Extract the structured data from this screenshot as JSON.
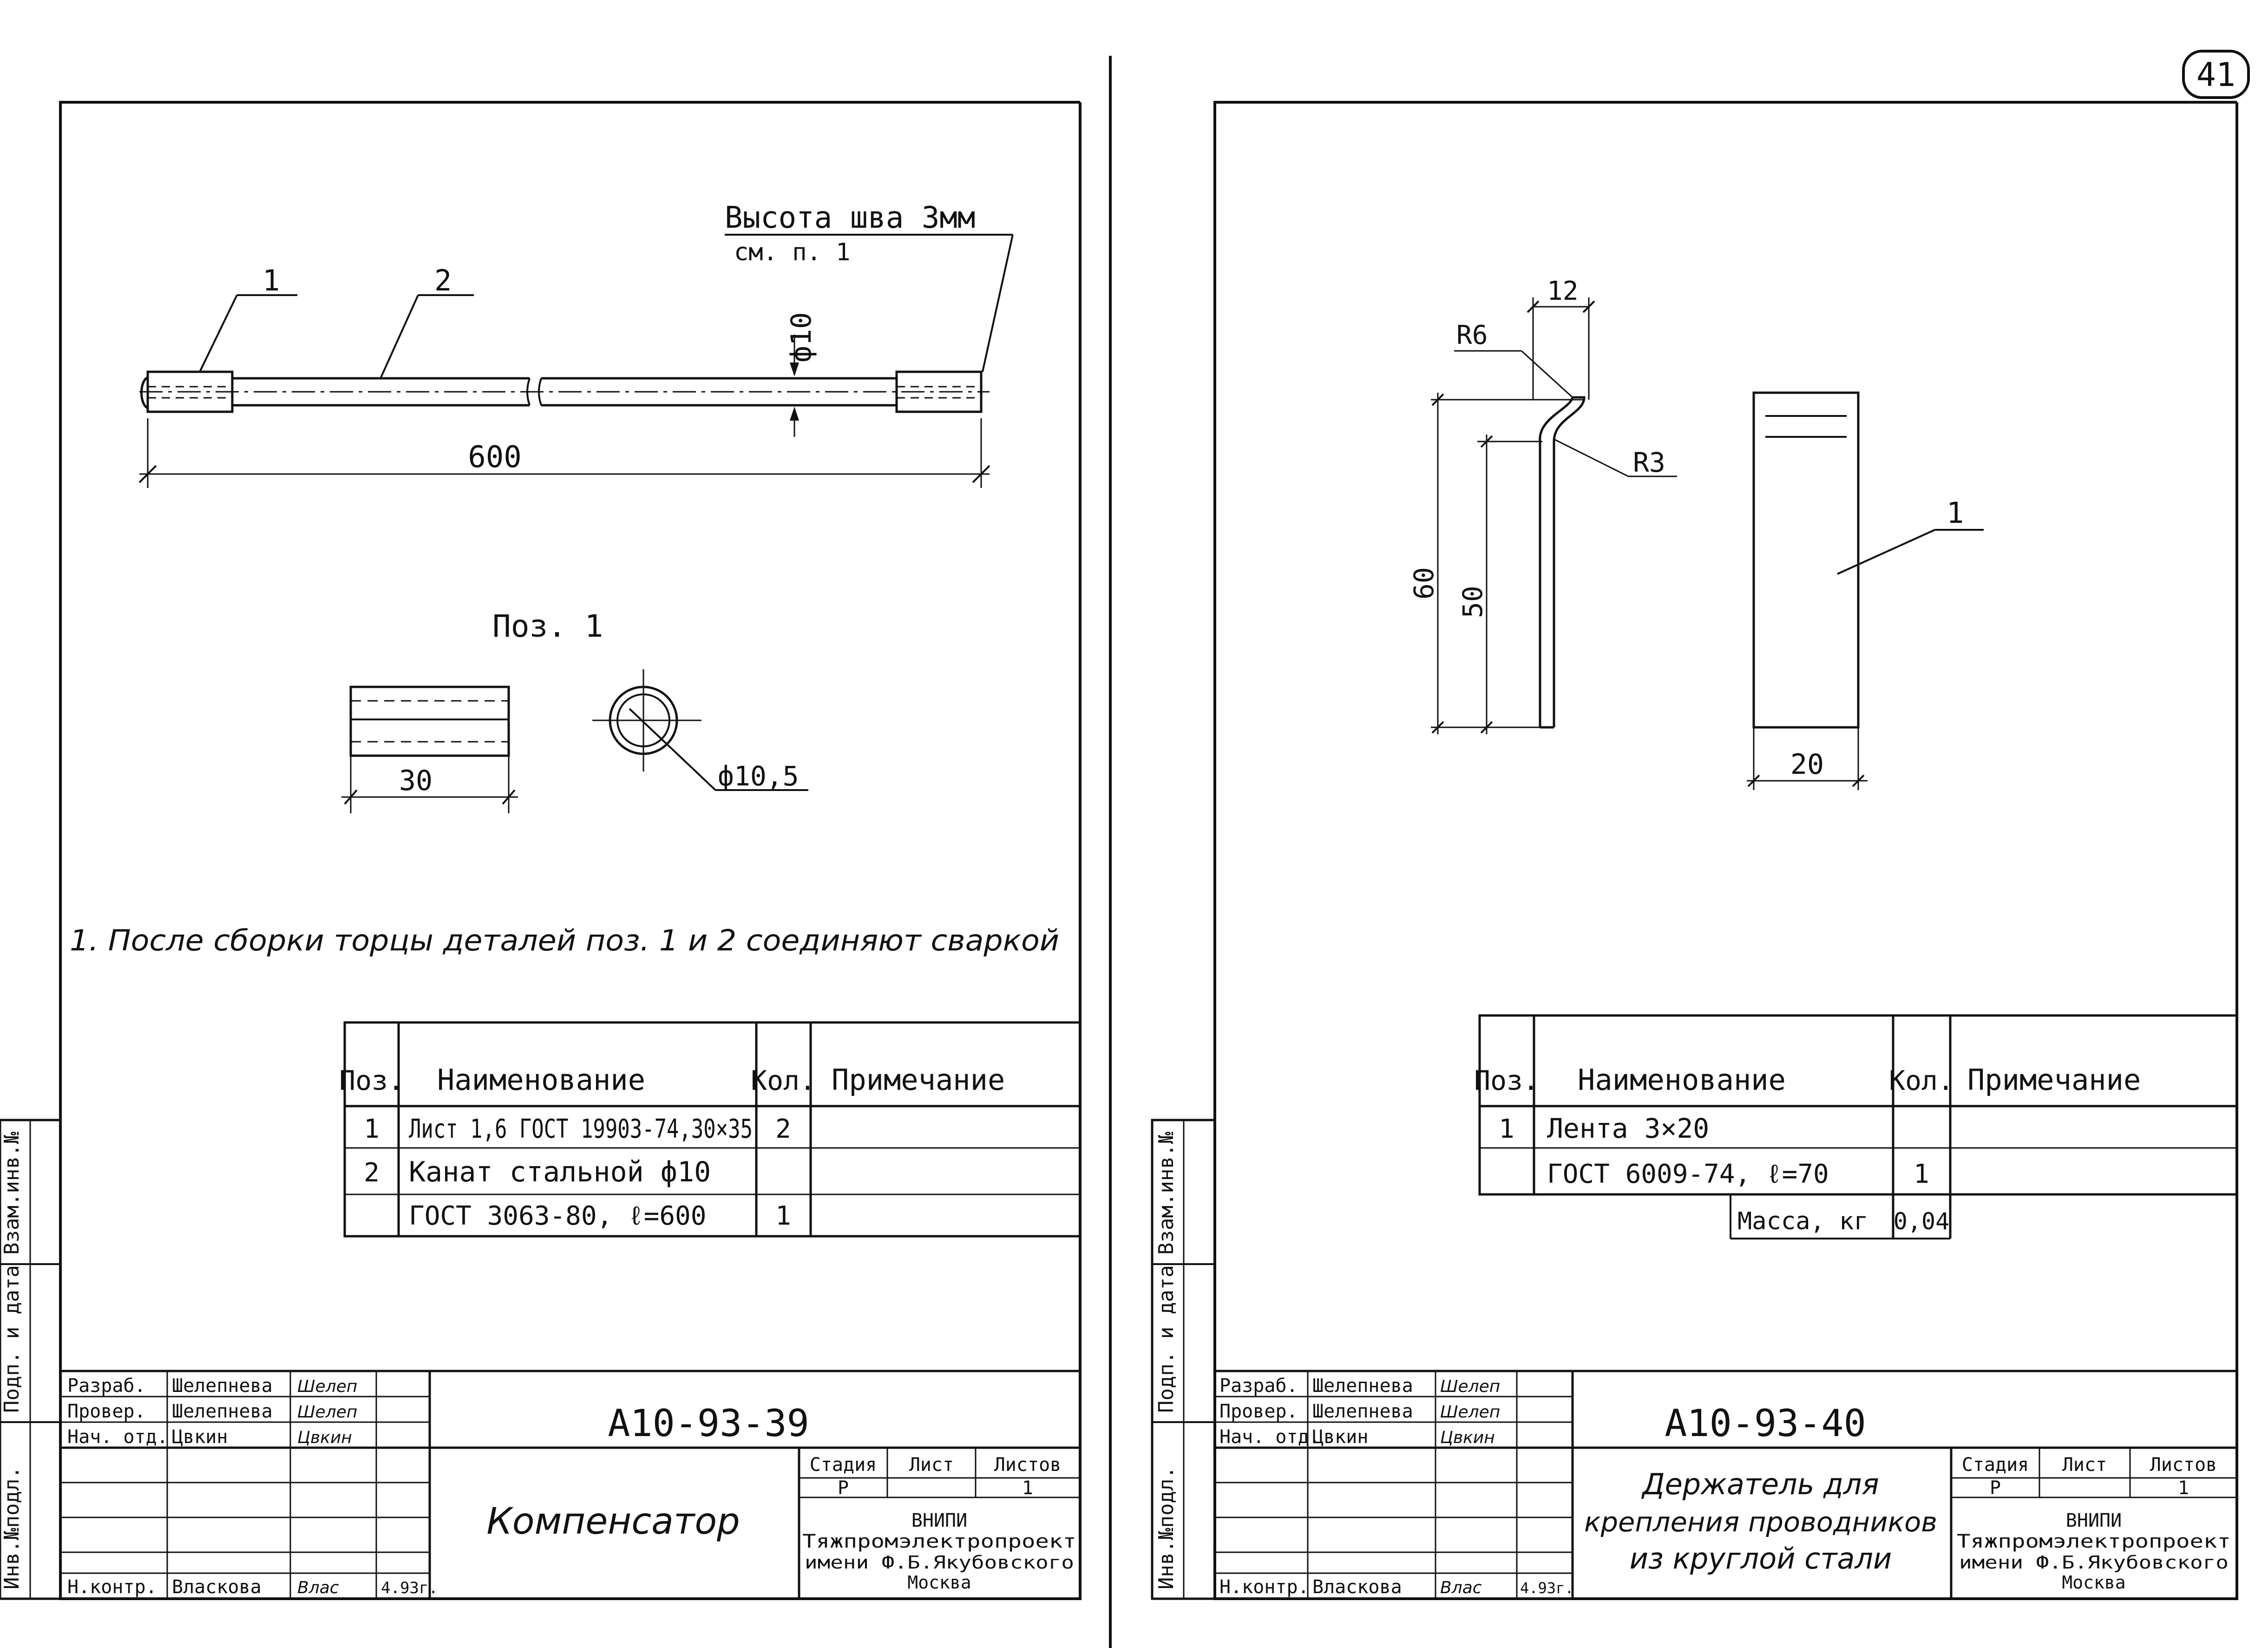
{
  "page_number": "41",
  "left_sheet": {
    "callouts": {
      "pos1": "1",
      "pos2": "2"
    },
    "weld_note_line1": "Высота шва 3мм",
    "weld_note_line2": "см. п. 1",
    "diameter_rod": "ф10",
    "length_total": "600",
    "detail_title": "Поз. 1",
    "detail_length": "30",
    "detail_diameter": "ф10,5",
    "note": "1. После сборки торцы деталей поз. 1 и 2 соединяют сваркой",
    "spec_table": {
      "headers": [
        "Поз.",
        "Наименование",
        "Кол.",
        "Примечание"
      ],
      "rows": [
        [
          "1",
          "Лист 1,6 ГОСТ 19903-74,30×35",
          "2",
          ""
        ],
        [
          "2",
          "Канат стальной ф10",
          "",
          ""
        ],
        [
          "",
          "ГОСТ 3063-80, ℓ=600",
          "1",
          ""
        ]
      ]
    },
    "side_stamps": [
      "Взам.инв.№",
      "Подп. и дата",
      "Инв.№подл."
    ],
    "title_block": {
      "signatures": [
        {
          "role": "Разраб.",
          "name": "Шелепнева",
          "sign": "Шелеп"
        },
        {
          "role": "Провер.",
          "name": "Шелепнева",
          "sign": "Шелеп"
        },
        {
          "role": "Нач. отд.",
          "name": "Цвкин",
          "sign": "Цвкин"
        }
      ],
      "control": {
        "role": "Н.контр.",
        "name": "Власкова",
        "sign": "Влас",
        "date": "4.93г."
      },
      "code": "А10-93-39",
      "title": "Компенсатор",
      "stage_headers": [
        "Стадия",
        "Лист",
        "Листов"
      ],
      "stage_values": [
        "Р",
        "",
        "1"
      ],
      "org_line1": "ВНИПИ",
      "org_line2": "Тяжпромэлектропроект",
      "org_line3": "имени Ф.Б.Якубовского",
      "org_line4": "Москва"
    }
  },
  "right_sheet": {
    "dim_width_top": "12",
    "radius_r6": "R6",
    "radius_r3": "R3",
    "dim_height_60": "60",
    "dim_height_50": "50",
    "callout_pos1": "1",
    "dim_width_20": "20",
    "spec_table": {
      "headers": [
        "Поз.",
        "Наименование",
        "Кол.",
        "Примечание"
      ],
      "rows": [
        [
          "1",
          "Лента 3×20",
          "",
          ""
        ],
        [
          "",
          "ГОСТ 6009-74, ℓ=70",
          "1",
          ""
        ]
      ],
      "mass_label": "Масса, кг",
      "mass_value": "0,04"
    },
    "side_stamps": [
      "Взам.инв.№",
      "Подп. и дата",
      "Инв.№подл."
    ],
    "title_block": {
      "signatures": [
        {
          "role": "Разраб.",
          "name": "Шелепнева",
          "sign": "Шелеп"
        },
        {
          "role": "Провер.",
          "name": "Шелепнева",
          "sign": "Шелеп"
        },
        {
          "role": "Нач. отд.",
          "name": "Цвкин",
          "sign": "Цвкин"
        }
      ],
      "control": {
        "role": "Н.контр.",
        "name": "Власкова",
        "sign": "Влас",
        "date": "4.93г."
      },
      "code": "А10-93-40",
      "title_line1": "Держатель для",
      "title_line2": "крепления проводников",
      "title_line3": "из круглой стали",
      "stage_headers": [
        "Стадия",
        "Лист",
        "Листов"
      ],
      "stage_values": [
        "Р",
        "",
        "1"
      ],
      "org_line1": "ВНИПИ",
      "org_line2": "Тяжпромэлектропроект",
      "org_line3": "имени Ф.Б.Якубовского",
      "org_line4": "Москва"
    }
  }
}
